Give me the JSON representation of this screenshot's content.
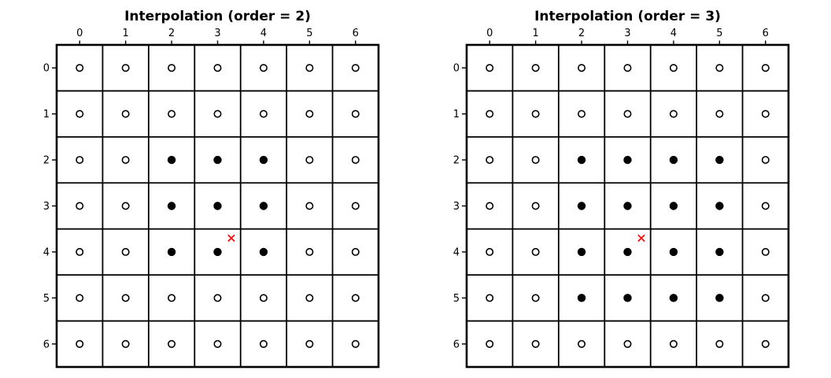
{
  "figure": {
    "background": "#ffffff",
    "grid_line_color": "#000000",
    "open_marker_fill": "#ffffff",
    "open_marker_stroke": "#000000",
    "filled_marker_color": "#000000",
    "cross_marker_color": "#ff0000"
  },
  "chart_data": [
    {
      "type": "scatter",
      "title": "Interpolation (order = 2)",
      "grid_rows": 7,
      "grid_cols": 7,
      "x_ticks": [
        "0",
        "1",
        "2",
        "3",
        "4",
        "5",
        "6"
      ],
      "y_ticks": [
        "0",
        "1",
        "2",
        "3",
        "4",
        "5",
        "6"
      ],
      "x_axis_position": "top",
      "y_axis_inverted": true,
      "x_range": [
        0,
        6
      ],
      "y_range": [
        0,
        6
      ],
      "open_marker": "o",
      "filled_marker": "dot",
      "filled_cells_row_col": [
        [
          2,
          2
        ],
        [
          2,
          3
        ],
        [
          2,
          4
        ],
        [
          3,
          2
        ],
        [
          3,
          3
        ],
        [
          3,
          4
        ],
        [
          4,
          2
        ],
        [
          4,
          3
        ],
        [
          4,
          4
        ]
      ],
      "interpolation_point": {
        "x": 3.3,
        "y": 3.7,
        "marker": "x",
        "color": "#ff0000"
      }
    },
    {
      "type": "scatter",
      "title": "Interpolation (order = 3)",
      "grid_rows": 7,
      "grid_cols": 7,
      "x_ticks": [
        "0",
        "1",
        "2",
        "3",
        "4",
        "5",
        "6"
      ],
      "y_ticks": [
        "0",
        "1",
        "2",
        "3",
        "4",
        "5",
        "6"
      ],
      "x_axis_position": "top",
      "y_axis_inverted": true,
      "x_range": [
        0,
        6
      ],
      "y_range": [
        0,
        6
      ],
      "open_marker": "o",
      "filled_marker": "dot",
      "filled_cells_row_col": [
        [
          2,
          2
        ],
        [
          2,
          3
        ],
        [
          2,
          4
        ],
        [
          2,
          5
        ],
        [
          3,
          2
        ],
        [
          3,
          3
        ],
        [
          3,
          4
        ],
        [
          3,
          5
        ],
        [
          4,
          2
        ],
        [
          4,
          3
        ],
        [
          4,
          4
        ],
        [
          4,
          5
        ],
        [
          5,
          2
        ],
        [
          5,
          3
        ],
        [
          5,
          4
        ],
        [
          5,
          5
        ]
      ],
      "interpolation_point": {
        "x": 3.3,
        "y": 3.7,
        "marker": "x",
        "color": "#ff0000"
      }
    }
  ]
}
